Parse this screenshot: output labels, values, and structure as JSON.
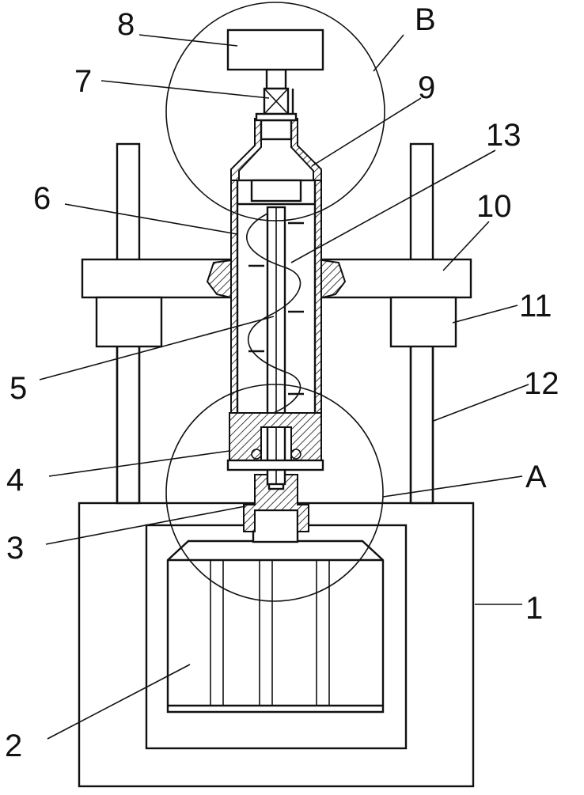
{
  "labels": {
    "l1": "1",
    "l2": "2",
    "l3": "3",
    "l4": "4",
    "l5": "5",
    "l6": "6",
    "l7": "7",
    "l8": "8",
    "l9": "9",
    "l10": "10",
    "l11": "11",
    "l12": "12",
    "l13": "13",
    "lA": "A",
    "lB": "B"
  }
}
